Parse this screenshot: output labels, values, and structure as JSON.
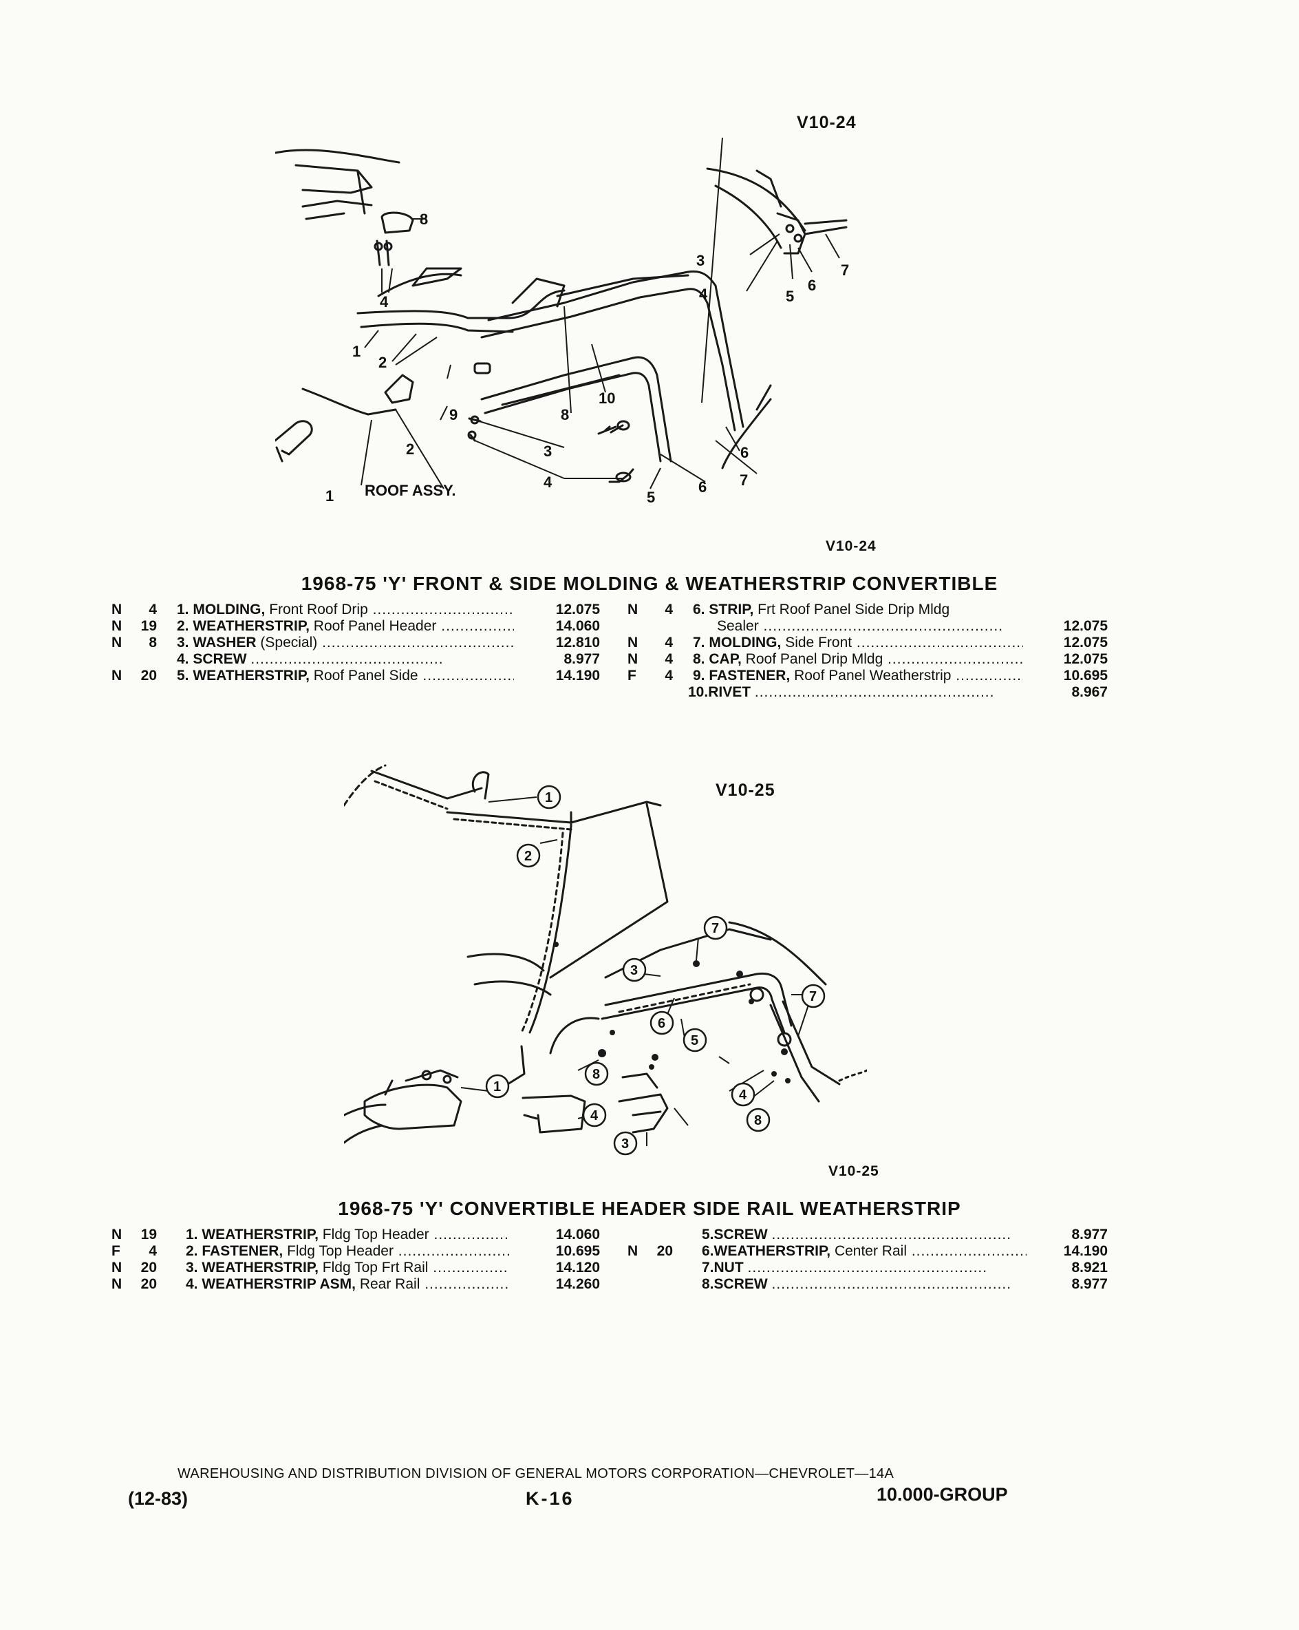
{
  "figure1": {
    "code_top": "V10-24",
    "code_bottom": "V10-24",
    "callouts": [
      "8",
      "4",
      "2",
      "1",
      "9",
      "2",
      "1",
      "8",
      "10",
      "3",
      "4",
      "5",
      "6",
      "7",
      "6",
      "7",
      "3",
      "4",
      "5",
      "6",
      "7"
    ],
    "label_roof_assy": "ROOF ASSY."
  },
  "section1": {
    "title": "1968-75 'Y' FRONT & SIDE MOLDING & WEATHERSTRIP CONVERTIBLE",
    "left": [
      {
        "code": "N",
        "qty": "4",
        "num": "1.",
        "name": "MOLDING,",
        "desc": "Front Roof Drip",
        "group": "12.075"
      },
      {
        "code": "N",
        "qty": "19",
        "num": "2.",
        "name": "WEATHERSTRIP,",
        "desc": "Roof Panel Header",
        "group": "14.060"
      },
      {
        "code": "N",
        "qty": "8",
        "num": "3.",
        "name": "WASHER",
        "desc": "(Special)",
        "group": "12.810"
      },
      {
        "code": "",
        "qty": "",
        "num": "4.",
        "name": "SCREW",
        "desc": "",
        "group": "8.977"
      },
      {
        "code": "N",
        "qty": "20",
        "num": "5.",
        "name": "WEATHERSTRIP,",
        "desc": "Roof Panel Side",
        "group": "14.190"
      }
    ],
    "right": [
      {
        "code": "N",
        "qty": "4",
        "num": "6.",
        "name": "STRIP,",
        "desc": "Frt Roof Panel Side Drip Mldg",
        "group": ""
      },
      {
        "code": "",
        "qty": "",
        "num": "",
        "name": "",
        "desc": "Sealer",
        "group": "12.075"
      },
      {
        "code": "N",
        "qty": "4",
        "num": "7.",
        "name": "MOLDING,",
        "desc": "Side Front",
        "group": "12.075"
      },
      {
        "code": "N",
        "qty": "4",
        "num": "8.",
        "name": "CAP,",
        "desc": "Roof Panel Drip Mldg",
        "group": "12.075"
      },
      {
        "code": "F",
        "qty": "4",
        "num": "9.",
        "name": "FASTENER,",
        "desc": "Roof Panel Weatherstrip",
        "group": "10.695"
      },
      {
        "code": "",
        "qty": "",
        "num": "10.",
        "name": "RIVET",
        "desc": "",
        "group": "8.967"
      }
    ]
  },
  "figure2": {
    "code_top": "V10-25",
    "code_bottom": "V10-25",
    "callouts": [
      "1",
      "2",
      "7",
      "3",
      "7",
      "6",
      "5",
      "8",
      "4",
      "3",
      "1",
      "4",
      "8"
    ]
  },
  "section2": {
    "title": "1968-75 'Y' CONVERTIBLE HEADER SIDE RAIL WEATHERSTRIP",
    "left": [
      {
        "code": "N",
        "qty": "19",
        "num": "1.",
        "name": "WEATHERSTRIP,",
        "desc": "Fldg Top Header",
        "group": "14.060"
      },
      {
        "code": "F",
        "qty": "4",
        "num": "2.",
        "name": "FASTENER,",
        "desc": "Fldg Top Header",
        "group": "10.695"
      },
      {
        "code": "N",
        "qty": "20",
        "num": "3.",
        "name": "WEATHERSTRIP,",
        "desc": "Fldg Top Frt Rail",
        "group": "14.120"
      },
      {
        "code": "N",
        "qty": "20",
        "num": "4.",
        "name": "WEATHERSTRIP ASM,",
        "desc": "Rear Rail",
        "group": "14.260"
      }
    ],
    "right": [
      {
        "code": "",
        "qty": "",
        "num": "5.",
        "name": "SCREW",
        "desc": "",
        "group": "8.977"
      },
      {
        "code": "N",
        "qty": "20",
        "num": "6.",
        "name": "WEATHERSTRIP,",
        "desc": "Center Rail",
        "group": "14.190"
      },
      {
        "code": "",
        "qty": "",
        "num": "7.",
        "name": "NUT",
        "desc": "",
        "group": "8.921"
      },
      {
        "code": "",
        "qty": "",
        "num": "8.",
        "name": "SCREW",
        "desc": "",
        "group": "8.977"
      }
    ]
  },
  "footer": {
    "division": "WAREHOUSING AND DISTRIBUTION DIVISION OF GENERAL MOTORS CORPORATION—CHEVROLET—14A",
    "date": "(12-83)",
    "page": "K-16",
    "group": "10.000-GROUP"
  }
}
